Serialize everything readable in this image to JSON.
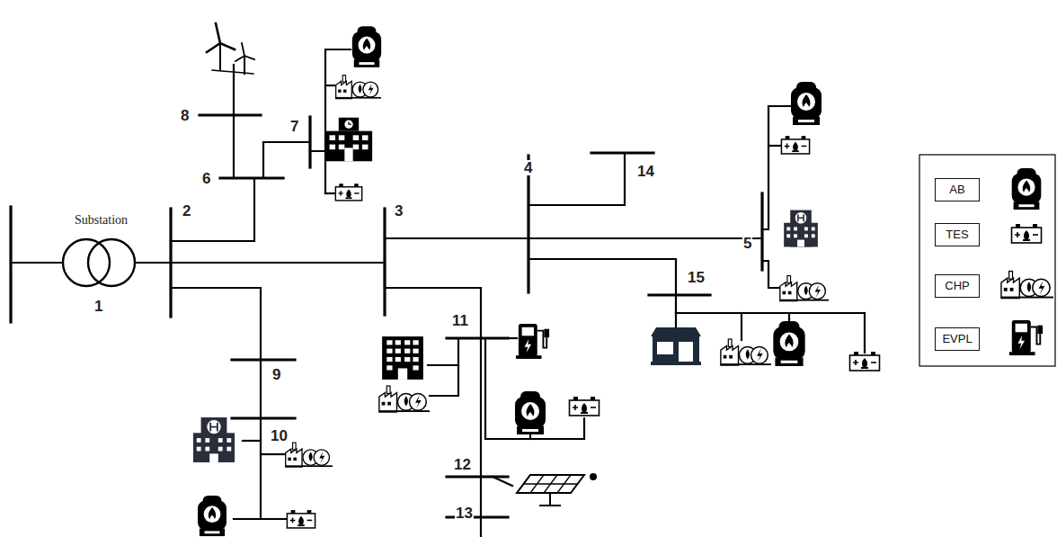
{
  "diagram": {
    "labels": [
      "Substation",
      "1",
      "2",
      "3",
      "4",
      "5",
      "6",
      "7",
      "8",
      "9",
      "10",
      "11",
      "12",
      "13",
      "14",
      "15"
    ],
    "legend": [
      {
        "text": "AB"
      },
      {
        "text": "TES"
      },
      {
        "text": "CHP"
      },
      {
        "text": "EVPL"
      }
    ]
  }
}
